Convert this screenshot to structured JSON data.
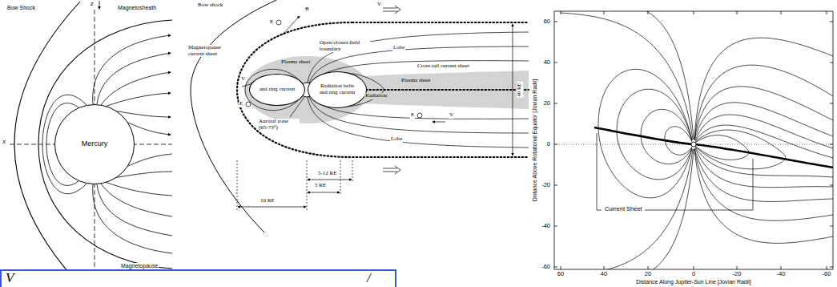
{
  "diagram": {
    "nodes": [
      {
        "text": [
          "Mercury"
        ]
      },
      {
        "text": [
          "and ring current"
        ]
      },
      {
        "text": [
          "Radiation belts and ring current"
        ]
      },
      {
        "text": [
          "V",
          "/"
        ]
      }
    ],
    "labels": [
      "z",
      "x",
      "Bow Shock",
      "Magnetosheath",
      "Magnetopause",
      "Bow shock",
      "Magnetopause current sheet",
      "E",
      "B",
      "Open-closed field boundary",
      "Lobe",
      "Cross-tail current sheet",
      "Plasma sheet",
      "Plasma sheet",
      "Radiation",
      "E",
      "E",
      "V",
      "V",
      "V",
      "40 RE",
      "10 RE",
      "5-12 RE",
      "5 RE",
      "Auroral zone (65-73°)",
      "Lobe",
      "60",
      "40",
      "20",
      "0",
      "-20",
      "-40",
      "-60",
      "60",
      "40",
      "20",
      "0",
      "-20",
      "-40",
      "-60",
      "Distance Above Rotational Equator [Jovian Radii]",
      "Distance Along Jupiter-Sun Line [Jovian Radii]",
      "Current Sheet"
    ]
  }
}
